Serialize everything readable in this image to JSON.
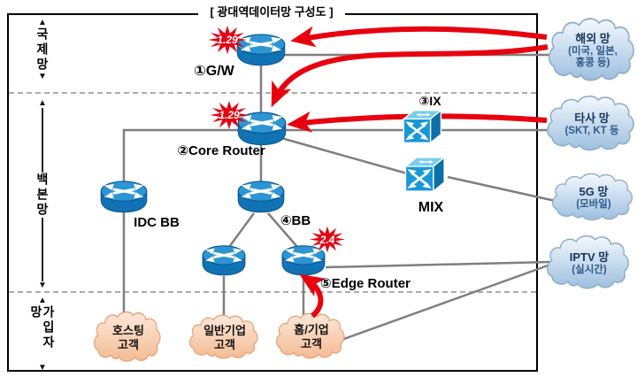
{
  "title": "[ 광대역데이터망 구성도 ]",
  "icons": {
    "arrow_up": "▲",
    "arrow_down": "▼"
  },
  "sections": [
    {
      "id": "international",
      "label": "국제망"
    },
    {
      "id": "backbone",
      "label": "백본망"
    },
    {
      "id": "subscriber",
      "label": "가입자망"
    }
  ],
  "nodes": {
    "gw": {
      "label": "①G/W",
      "badge": "1.29"
    },
    "core_router": {
      "label": "②Core Router",
      "badge": "1.29"
    },
    "ix": {
      "label": "③IX"
    },
    "mix": {
      "label": "MIX"
    },
    "idc_bb": {
      "label": "IDC BB"
    },
    "bb": {
      "label": "④BB"
    },
    "edge_router": {
      "label": "⑤Edge Router",
      "badge": "2.4"
    }
  },
  "external_networks": [
    {
      "title": "해외 망",
      "sub1": "(미국, 일본,",
      "sub2": "홍콩 등)"
    },
    {
      "title": "타사 망",
      "sub1": "(SKT, KT 등",
      "sub2": ""
    },
    {
      "title": "5G 망",
      "sub1": "(모바일)",
      "sub2": ""
    },
    {
      "title": "IPTV 망",
      "sub1": "(실시간)",
      "sub2": ""
    }
  ],
  "customer_clouds": [
    {
      "line1": "호스팅",
      "line2": "고객"
    },
    {
      "line1": "일반기업",
      "line2": "고객"
    },
    {
      "line1": "홈/기업",
      "line2": "고객"
    }
  ],
  "colors": {
    "router_blue": "#1B83C5",
    "switch_blue": "#1898D6",
    "alert_red": "#E8000F",
    "cloud_blue": "#BCD6EE",
    "cloud_peach": "#F8CBAD",
    "line_gray": "#7F7F7F"
  }
}
